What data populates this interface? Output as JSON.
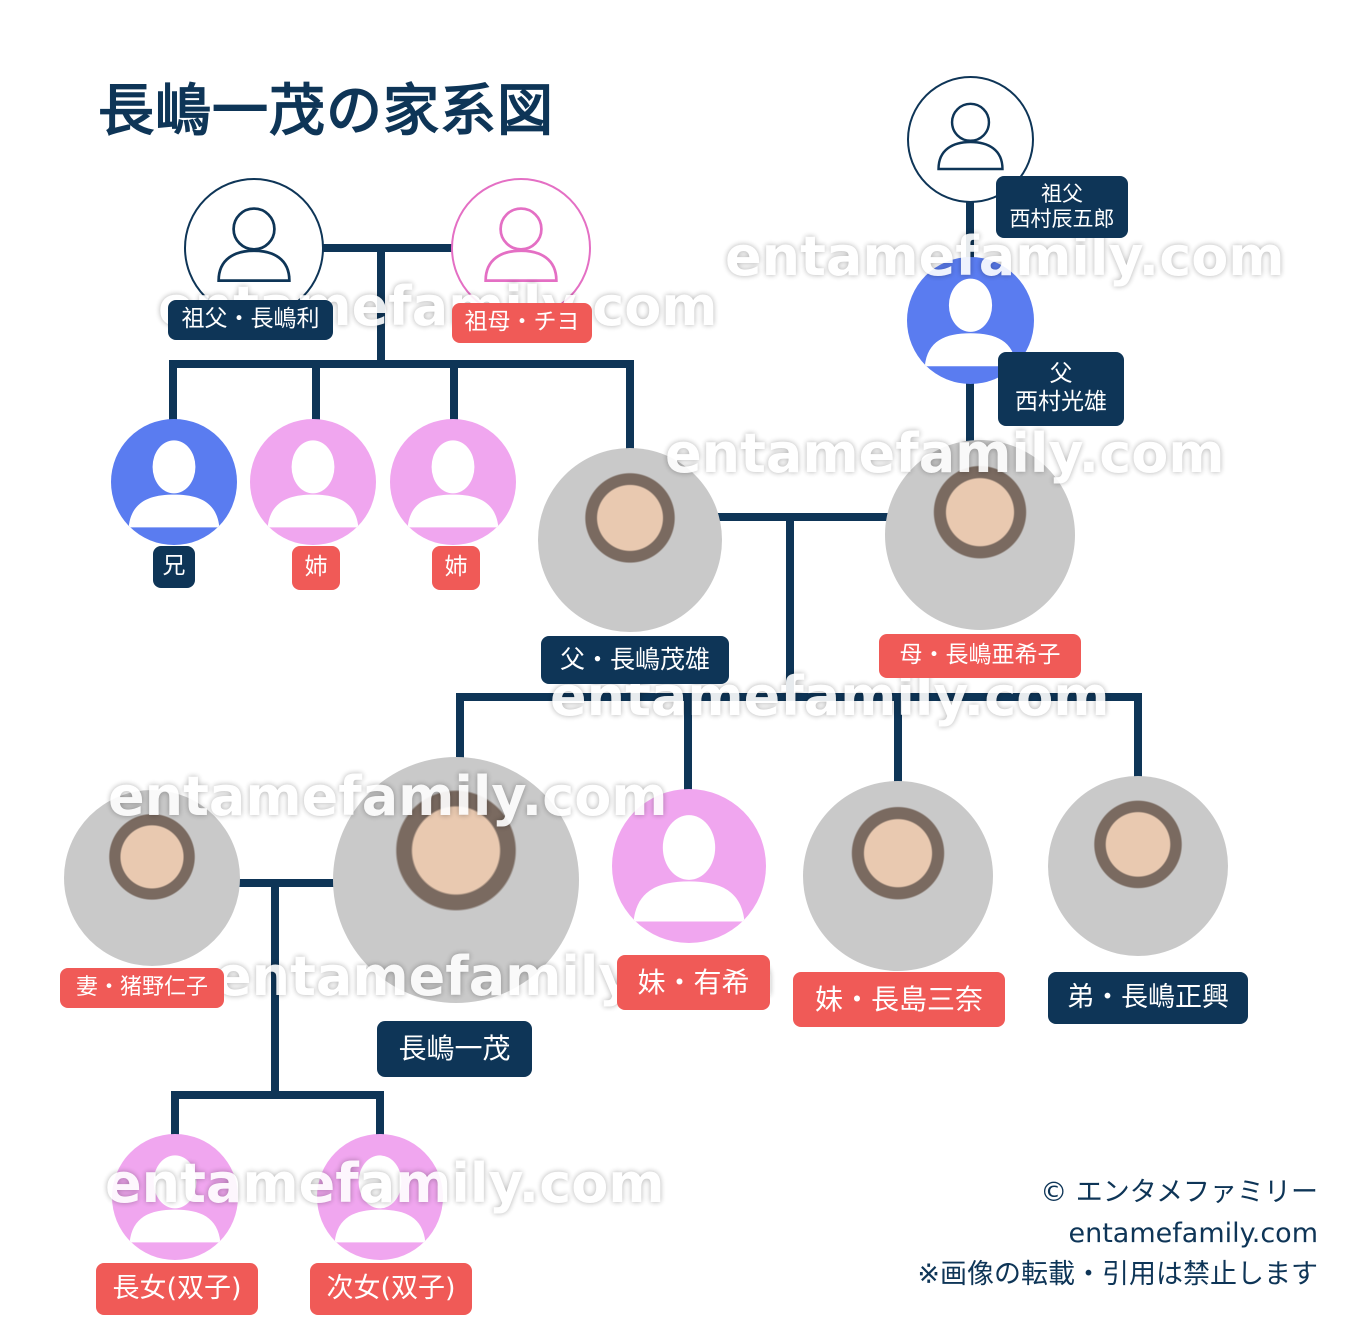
{
  "title": "長嶋一茂の家系図",
  "watermark": "entamefamily.com",
  "colors": {
    "navy": "#0e3557",
    "red": "#f05a57",
    "male": "#5a7cf0",
    "female": "#f0a6ef"
  },
  "people": {
    "grandfather_nagashima": "祖父・長嶋利",
    "grandmother_nagashima": "祖母・チヨ",
    "grandfather_nishimura": "祖父\n西村辰五郎",
    "father_nishimura": "父\n西村光雄",
    "brother": "兄",
    "sister1": "姉",
    "sister2": "姉",
    "father": "父・長嶋茂雄",
    "mother": "母・長嶋亜希子",
    "self": "長嶋一茂",
    "wife": "妻・猪野仁子",
    "younger_sister1": "妹・有希",
    "younger_sister2": "妹・長島三奈",
    "younger_brother": "弟・長嶋正興",
    "daughter1": "長女(双子)",
    "daughter2": "次女(双子)"
  },
  "credit": {
    "line1": "© エンタメファミリー",
    "line2": "entamefamily.com",
    "line3": "※画像の転載・引用は禁止します"
  }
}
